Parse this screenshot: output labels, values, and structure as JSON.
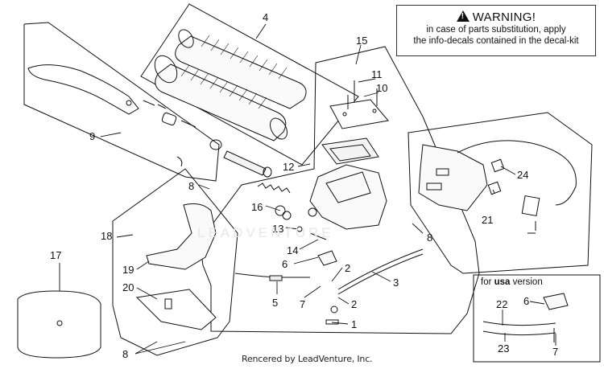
{
  "warning": {
    "title": "WARNING!",
    "line1": "in case of parts substitution, apply",
    "line2": "the info-decals contained in the decal-kit"
  },
  "usa_box": {
    "prefix": "for ",
    "bold": "usa",
    "suffix": " version"
  },
  "footer": "Rencered by LeadVenture, Inc.",
  "watermark": "LEADVENTURE",
  "callouts": {
    "n4": "4",
    "n15": "15",
    "n11": "11",
    "n10": "10",
    "n9": "9",
    "n12": "12",
    "n24": "24",
    "n8a": "8",
    "n16": "16",
    "n13": "13",
    "n8b": "8",
    "n21": "21",
    "n18": "18",
    "n17": "17",
    "n14": "14",
    "n19": "19",
    "n6": "6",
    "n2a": "2",
    "n3": "3",
    "n20": "20",
    "n5": "5",
    "n7": "7",
    "n2b": "2",
    "n1": "1",
    "n8c": "8",
    "n22": "22",
    "n6u": "6",
    "n23": "23",
    "n7u": "7"
  }
}
